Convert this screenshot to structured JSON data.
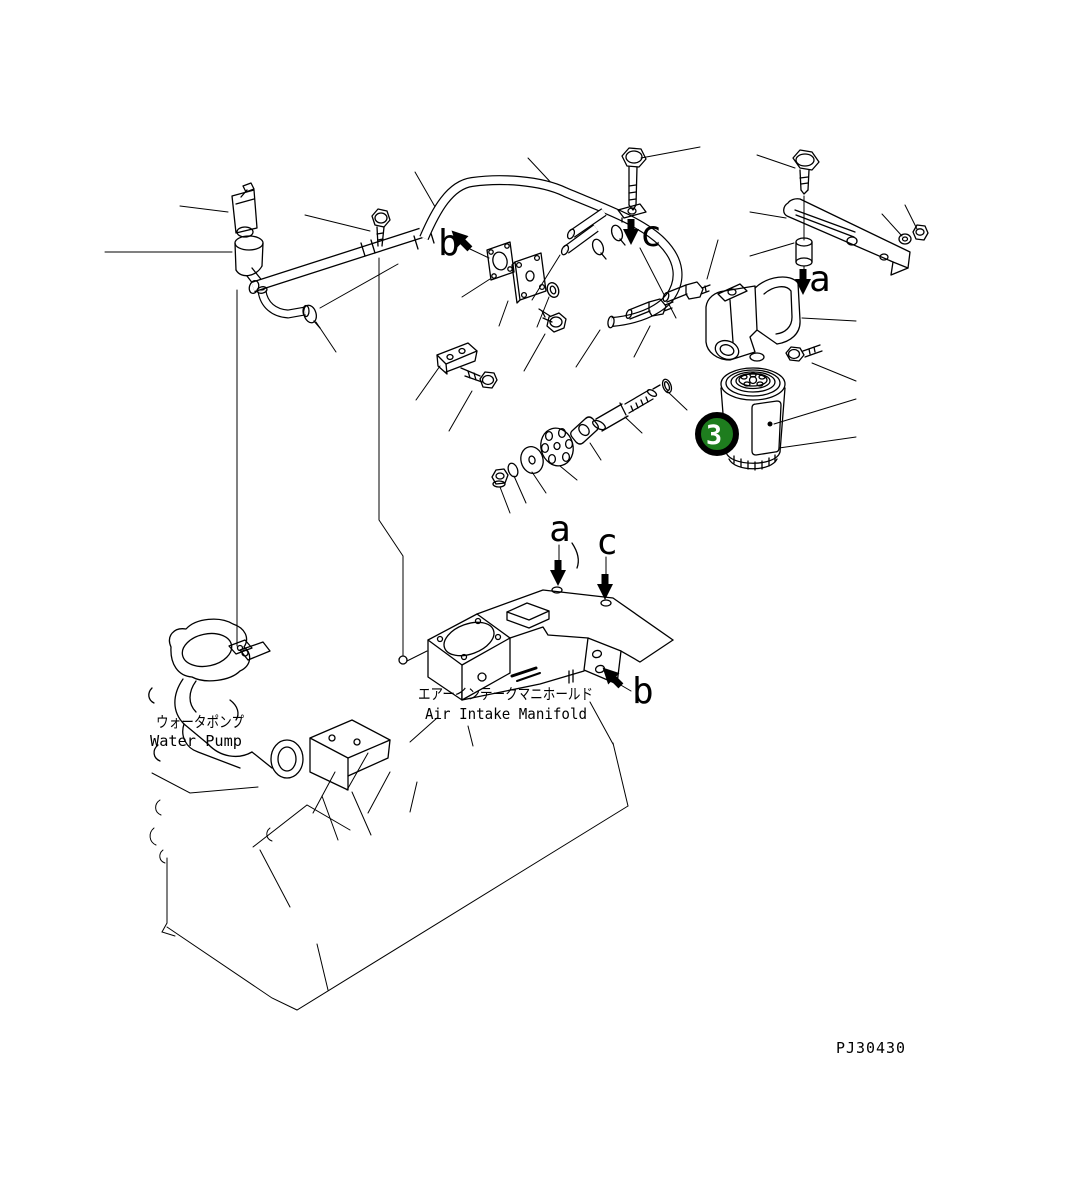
{
  "diagram": {
    "drawing_code": "PJ30430",
    "callout": {
      "number": "3",
      "fill_color": "#1e7d1e"
    },
    "view_labels": {
      "a": "a",
      "b": "b",
      "c": "c"
    },
    "parts_labels": {
      "water_pump_ja": "ウォータポンプ",
      "water_pump_en": "Water Pump",
      "air_intake_manifold_ja": "エアーインテークマニホールド",
      "air_intake_manifold_en": "Air Intake Manifold"
    },
    "colors": {
      "line": "#000000",
      "background": "#ffffff",
      "callout_text": "#ffffff"
    }
  }
}
